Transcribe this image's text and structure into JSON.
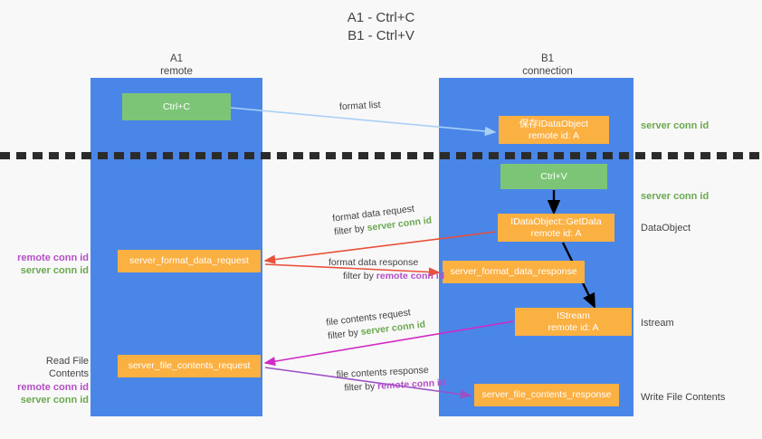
{
  "title": {
    "line1": "A1 - Ctrl+C",
    "line2": "B1 - Ctrl+V"
  },
  "columns": [
    {
      "name": "A1",
      "sub": "remote"
    },
    {
      "name": "B1",
      "sub": "connection"
    }
  ],
  "boxes": {
    "ctrl_c": "Ctrl+C",
    "save_idataobject": {
      "line1": "保存IDataObject",
      "line2": "remote id: A"
    },
    "ctrl_v": "Ctrl+V",
    "getdata": {
      "line1": "IDataObject::GetData",
      "line2": "remote id: A"
    },
    "server_format_data_request": "server_format_data_request",
    "server_format_data_response": "server_format_data_response",
    "istream": {
      "line1": "IStream",
      "line2": "remote id: A"
    },
    "server_file_contents_request": "server_file_contents_request",
    "server_file_contents_response": "server_file_contents_response"
  },
  "edge_labels": {
    "format_list": "format list",
    "format_data_request": {
      "line1": "format data request",
      "filter_prefix": "filter by ",
      "filter_value": "server conn id"
    },
    "format_data_response": {
      "line1": "format data response",
      "filter_prefix": "filter by ",
      "filter_value": "remote conn id"
    },
    "file_contents_request": {
      "line1": "file contents request",
      "filter_prefix": "filter by ",
      "filter_value": "server conn id"
    },
    "file_contents_response": {
      "line1": "file contents response",
      "filter_prefix": "filter by ",
      "filter_value": "remote conn id"
    }
  },
  "side_labels": {
    "server_conn_id_top": "server conn id",
    "server_conn_id_second": "server conn id",
    "dataobject": "DataObject",
    "istream": "Istream",
    "write_file_contents": "Write File Contents",
    "read_file_contents": "Read File Contents",
    "remote_conn_id": "remote conn id",
    "server_conn_id": "server conn id"
  },
  "colors": {
    "lane_blue": "#4a86e8",
    "box_green": "#7cc576",
    "box_orange": "#fbb042",
    "server_green_text": "#6aa84f",
    "remote_purple_text": "#b44ec6",
    "arrow_light_blue": "#a9d0f5",
    "arrow_red": "#e8503a",
    "arrow_magenta": "#d12ac6",
    "arrow_purple": "#9b51c6",
    "arrow_black": "#000000",
    "background": "#f8f8f8"
  }
}
